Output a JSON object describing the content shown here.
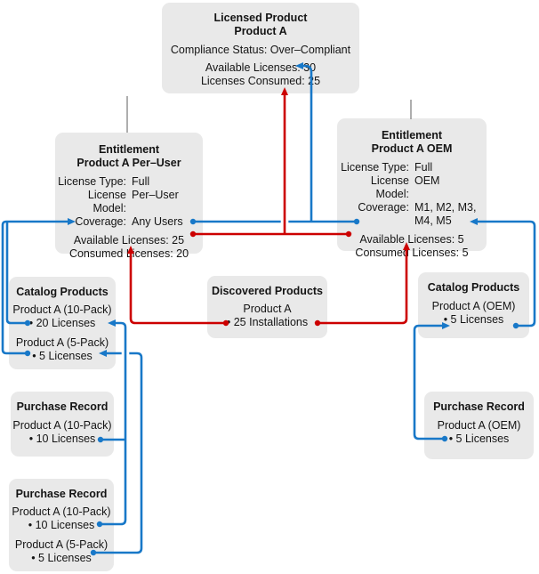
{
  "colors": {
    "connector_blue": "#1878C8",
    "connector_red": "#CC0000",
    "box_background": "#E9E9E9",
    "tree_stub_gray": "#8C8C8C"
  },
  "boxes": {
    "licensed_product": {
      "title": "Licensed Product",
      "subtitle": "Product A",
      "compliance": "Compliance Status: Over–Compliant",
      "available": "Available Licenses: 30",
      "consumed": "Licenses Consumed: 25"
    },
    "entitlement_per_user": {
      "title": "Entitlement",
      "subtitle": "Product A Per–User",
      "license_type_label": "License Type:",
      "license_type": "Full",
      "license_model_label": "License Model:",
      "license_model": "Per–User",
      "coverage_label": "Coverage:",
      "coverage": "Any Users",
      "available": "Available Licenses: 25",
      "consumed": "Consumed Licenses: 20"
    },
    "entitlement_oem": {
      "title": "Entitlement",
      "subtitle": "Product A OEM",
      "license_type_label": "License Type:",
      "license_type": "Full",
      "license_model_label": "License Model:",
      "license_model": "OEM",
      "coverage_label": "Coverage:",
      "coverage": "M1, M2, M3,\nM4, M5",
      "available": "Available Licenses: 5",
      "consumed": "Consumed Licenses: 5"
    },
    "catalog_left": {
      "title": "Catalog Products",
      "items": [
        {
          "name": "Product A (10-Pack)",
          "qty": "• 20 Licenses"
        },
        {
          "name": "Product A (5-Pack)",
          "qty": "• 5 Licenses"
        }
      ]
    },
    "discovered": {
      "title": "Discovered Products",
      "items": [
        {
          "name": "Product A",
          "qty": "• 25 Installations"
        }
      ]
    },
    "catalog_right": {
      "title": "Catalog Products",
      "items": [
        {
          "name": "Product A (OEM)",
          "qty": "• 5 Licenses"
        }
      ]
    },
    "purchase_left_1": {
      "title": "Purchase Record",
      "items": [
        {
          "name": "Product A (10-Pack)",
          "qty": "• 10 Licenses"
        }
      ]
    },
    "purchase_left_2": {
      "title": "Purchase Record",
      "items": [
        {
          "name": "Product A (10-Pack)",
          "qty": "• 10 Licenses"
        },
        {
          "name": "Product A (5-Pack)",
          "qty": "• 5 Licenses"
        }
      ]
    },
    "purchase_right": {
      "title": "Purchase Record",
      "items": [
        {
          "name": "Product A (OEM)",
          "qty": "• 5 Licenses"
        }
      ]
    }
  }
}
